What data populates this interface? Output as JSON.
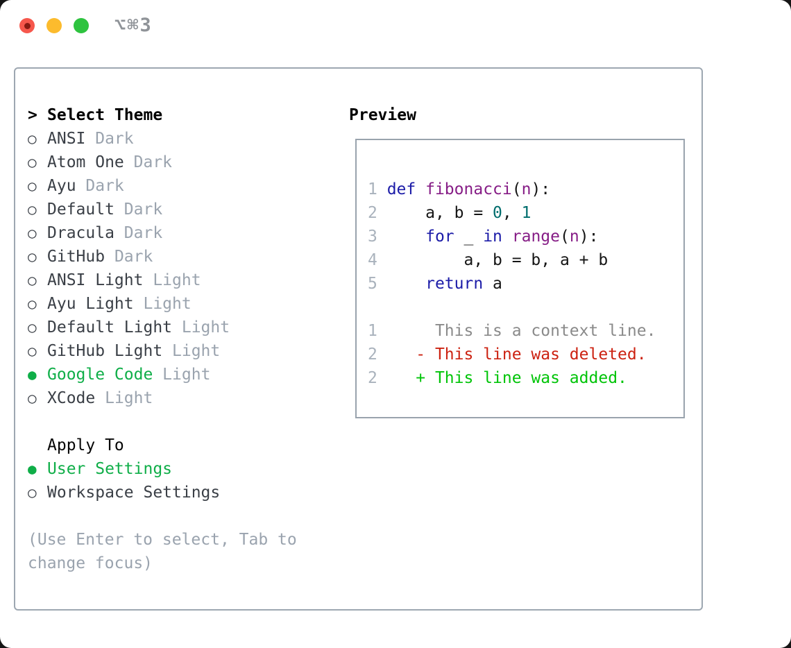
{
  "window": {
    "title": "⌥⌘3",
    "traffic_lights": [
      "close",
      "minimize",
      "maximize"
    ]
  },
  "ui": {
    "focus_caret": ">",
    "radio_off": "○",
    "radio_on": "●"
  },
  "sidebar": {
    "header_label": "Select Theme",
    "themes": [
      {
        "name": "ANSI",
        "variant": "Dark",
        "selected": false
      },
      {
        "name": "Atom One",
        "variant": "Dark",
        "selected": false
      },
      {
        "name": "Ayu",
        "variant": "Dark",
        "selected": false
      },
      {
        "name": "Default",
        "variant": "Dark",
        "selected": false
      },
      {
        "name": "Dracula",
        "variant": "Dark",
        "selected": false
      },
      {
        "name": "GitHub",
        "variant": "Dark",
        "selected": false
      },
      {
        "name": "ANSI Light",
        "variant": "Light",
        "selected": false
      },
      {
        "name": "Ayu Light",
        "variant": "Light",
        "selected": false
      },
      {
        "name": "Default Light",
        "variant": "Light",
        "selected": false
      },
      {
        "name": "GitHub Light",
        "variant": "Light",
        "selected": false
      },
      {
        "name": "Google Code",
        "variant": "Light",
        "selected": true
      },
      {
        "name": "XCode",
        "variant": "Light",
        "selected": false
      }
    ],
    "apply_to": {
      "label": "Apply To",
      "options": [
        {
          "name": "User Settings",
          "selected": true
        },
        {
          "name": "Workspace Settings",
          "selected": false
        }
      ]
    },
    "hint_lines": [
      "(Use Enter to select, Tab to",
      "change focus)"
    ]
  },
  "preview": {
    "title": "Preview",
    "lines": [
      {
        "kind": "code",
        "segs": [
          [
            "ln",
            "1 "
          ],
          [
            "kw",
            "def"
          ],
          [
            "pl",
            " "
          ],
          [
            "fn",
            "fibonacci"
          ],
          [
            "pl",
            "("
          ],
          [
            "fn",
            "n"
          ],
          [
            "pl",
            "):"
          ]
        ]
      },
      {
        "kind": "code",
        "segs": [
          [
            "ln",
            "2 "
          ],
          [
            "pl",
            "    a, b = "
          ],
          [
            "lit",
            "0"
          ],
          [
            "pl",
            ", "
          ],
          [
            "lit",
            "1"
          ]
        ]
      },
      {
        "kind": "code",
        "segs": [
          [
            "ln",
            "3 "
          ],
          [
            "pl",
            "    "
          ],
          [
            "kw",
            "for"
          ],
          [
            "pl",
            " _ "
          ],
          [
            "kw",
            "in"
          ],
          [
            "pl",
            " "
          ],
          [
            "fn",
            "range"
          ],
          [
            "pl",
            "("
          ],
          [
            "fn",
            "n"
          ],
          [
            "pl",
            "):"
          ]
        ]
      },
      {
        "kind": "code",
        "segs": [
          [
            "ln",
            "4 "
          ],
          [
            "pl",
            "        a, b = b, a + b"
          ]
        ]
      },
      {
        "kind": "code",
        "segs": [
          [
            "ln",
            "5 "
          ],
          [
            "pl",
            "    "
          ],
          [
            "kw",
            "return"
          ],
          [
            "pl",
            " a"
          ]
        ]
      },
      {
        "kind": "blank",
        "segs": []
      },
      {
        "kind": "diff-context",
        "segs": [
          [
            "ln",
            "1 "
          ],
          [
            "ctx",
            "     This is a context line."
          ]
        ]
      },
      {
        "kind": "diff-deleted",
        "segs": [
          [
            "ln",
            "2 "
          ],
          [
            "pl",
            "   "
          ],
          [
            "del",
            "- This line was deleted."
          ]
        ]
      },
      {
        "kind": "diff-added",
        "segs": [
          [
            "ln",
            "2 "
          ],
          [
            "pl",
            "   "
          ],
          [
            "add",
            "+ This line was added."
          ]
        ]
      }
    ]
  },
  "colors": {
    "traffic_red": "#f6574c",
    "traffic_red_dot": "#871a12",
    "traffic_yellow": "#fcbb2d",
    "traffic_green": "#2ec33f",
    "title_gray": "#8f9398",
    "panel_border": "#9da7b1",
    "preview_border": "#99a3ad",
    "item_text": "#3a3f46",
    "muted_gray": "#9aa3ae",
    "selection_green": "#0fae48",
    "line_number_gray": "#a9b2bc",
    "keyword_navy": "#1c1ca8",
    "function_purple": "#861d86",
    "literal_teal": "#006d6d",
    "code_plain": "#151515",
    "context_gray": "#8a8a8a",
    "deleted_red": "#cc2211",
    "added_green": "#00c408"
  }
}
